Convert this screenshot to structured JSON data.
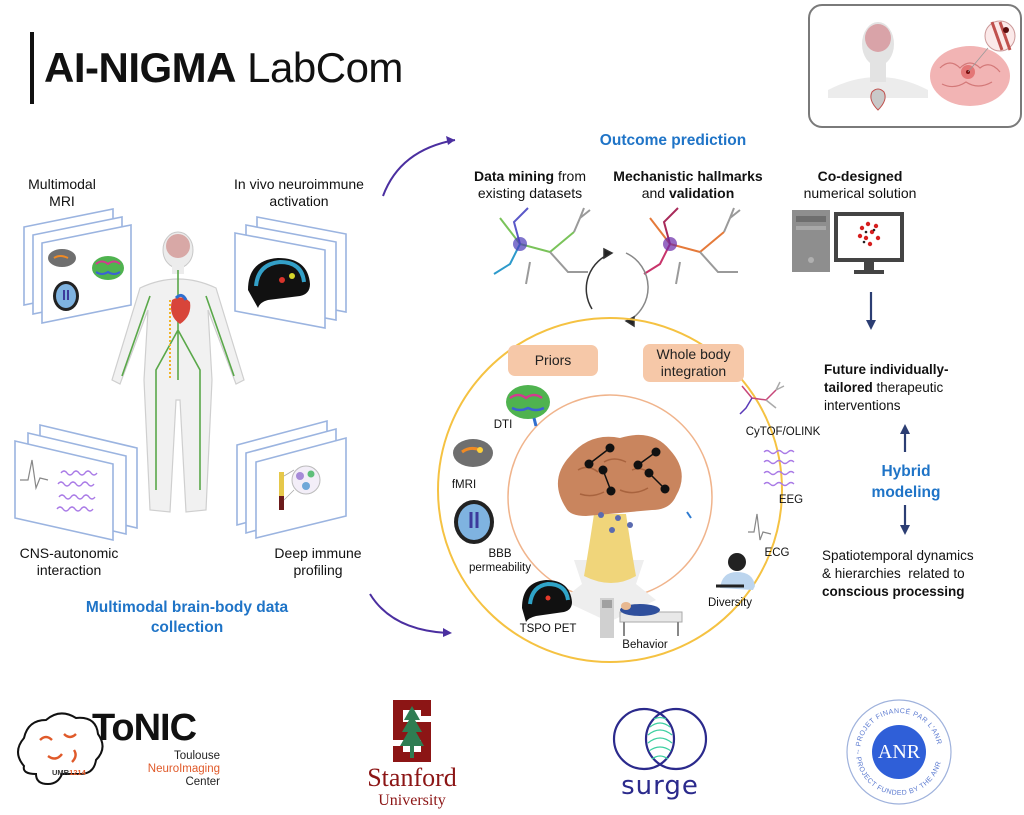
{
  "header": {
    "title_bold": "AI-NIGMA",
    "title_regular": "LabCom"
  },
  "data_collection": {
    "heading": "Multimodal brain-body data collection",
    "heading_line1": "Multimodal brain-body data",
    "heading_line2": "collection",
    "panels": [
      {
        "label_line1": "Multimodal",
        "label_line2": "MRI"
      },
      {
        "label_line1": "In vivo neuroimmune",
        "label_line2": "activation"
      },
      {
        "label_line1": "CNS-autonomic",
        "label_line2": "interaction"
      },
      {
        "label_line1": "Deep immune",
        "label_line2": "profiling"
      }
    ]
  },
  "outcome": {
    "heading": "Outcome prediction",
    "items": [
      {
        "bold": "Data mining",
        "rest": " from",
        "line2": "existing datasets"
      },
      {
        "bold_line1": "Mechanistic hallmarks",
        "line2_pre": "and ",
        "line2_bold": "validation"
      },
      {
        "bold": "Co-designed",
        "line2": "numerical solution"
      }
    ]
  },
  "integration_circle": {
    "priors_label": "Priors",
    "whole_body_line1": "Whole body",
    "whole_body_line2": "integration",
    "left_items": [
      "DTI",
      "fMRI",
      "BBB",
      "permeability",
      "TSPO PET"
    ],
    "bottom_item": "Behavior",
    "right_items": [
      "CyTOF/OLINK",
      "EEG",
      "ECG",
      "Diversity"
    ]
  },
  "hybrid": {
    "heading_line1": "Hybrid",
    "heading_line2": "modeling",
    "top_text": {
      "bold1": "Future individually-",
      "bold2": "tailored",
      "rest2": " therapeutic",
      "line3": "interventions"
    },
    "bottom_text": {
      "line1": "Spatiotemporal dynamics",
      "line2": "& hierarchies  related to",
      "bold3": "conscious processing"
    }
  },
  "logos": {
    "tonic": {
      "name": "ToNIC",
      "line1": "Toulouse",
      "line2": "NeuroImaging",
      "line3": "Center",
      "umr_prefix": "UMR",
      "umr_num": "1214"
    },
    "stanford": {
      "name": "Stanford",
      "sub": "University"
    },
    "surge": {
      "name": "surge"
    },
    "anr": {
      "name": "ANR",
      "ring_top": "- PROJET FINANCÉ PAR L'ANR",
      "ring_bottom": "- PROJECT FUNDED BY THE ANR"
    }
  },
  "colors": {
    "heading_blue": "#1f74c7",
    "arrow_purple": "#4b2fa0",
    "pill_peach": "#f6c8a8",
    "outer_ring_yellow": "#f5c242",
    "inner_ring_peach": "#f0b48c",
    "hybrid_arrow": "#2c3e73",
    "stanford_red": "#8c1515",
    "surge_navy": "#2b2a8c",
    "surge_teal": "#3ccfa0",
    "anr_blue": "#2f5fd8"
  }
}
